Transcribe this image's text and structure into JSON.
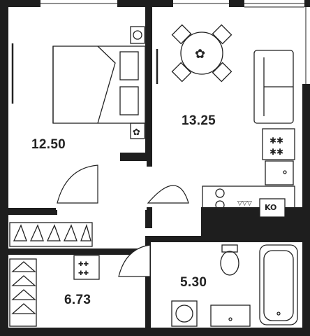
{
  "plan": {
    "rooms": [
      {
        "id": "bedroom",
        "area": "12.50"
      },
      {
        "id": "kitchen-living",
        "area": "13.25"
      },
      {
        "id": "hallway",
        "area": "6.73"
      },
      {
        "id": "bathroom",
        "area": "5.30"
      }
    ],
    "appliance_labels": {
      "ventilation_box": "KO"
    }
  },
  "colors": {
    "wall": "#1e1e1e",
    "line": "#222222",
    "background": "#ffffff"
  }
}
